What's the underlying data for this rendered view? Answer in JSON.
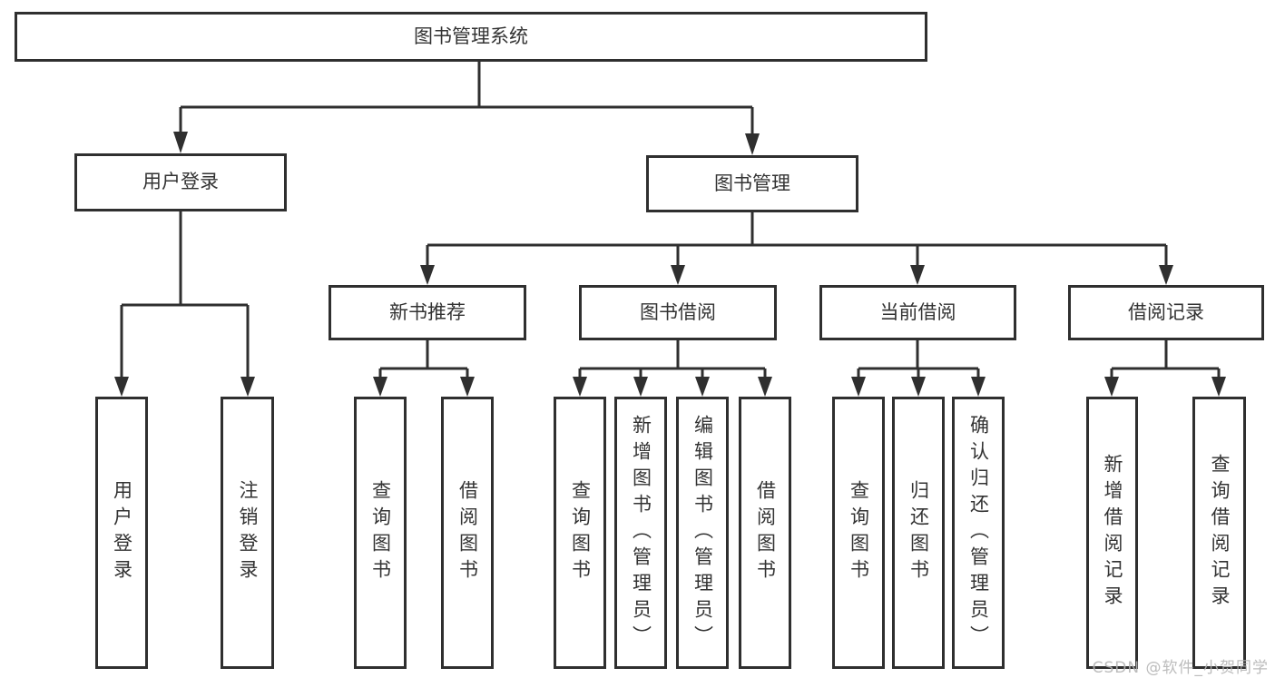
{
  "colors": {
    "line": "#2f2f2f",
    "text": "#333333",
    "background": "#ffffff",
    "watermark": "#b5b5b5"
  },
  "nodes": {
    "root": "图书管理系统",
    "l2_user": "用户登录",
    "l2_book": "图书管理",
    "l3_new": "新书推荐",
    "l3_borrow": "图书借阅",
    "l3_current": "当前借阅",
    "l3_record": "借阅记录",
    "leaf_user_login": "用户登录",
    "leaf_user_logout": "注销登录",
    "leaf_new_query": "查询图书",
    "leaf_new_borrow": "借阅图书",
    "leaf_borrow_query": "查询图书",
    "leaf_borrow_add": "新增图书（管理员）",
    "leaf_borrow_edit": "编辑图书（管理员）",
    "leaf_borrow_borrow": "借阅图书",
    "leaf_current_query": "查询图书",
    "leaf_current_return": "归还图书",
    "leaf_current_confirm": "确认归还（管理员）",
    "leaf_record_add": "新增借阅记录",
    "leaf_record_query": "查询借阅记录"
  },
  "watermark": {
    "text": "CSDN @软件_小贺同学"
  }
}
